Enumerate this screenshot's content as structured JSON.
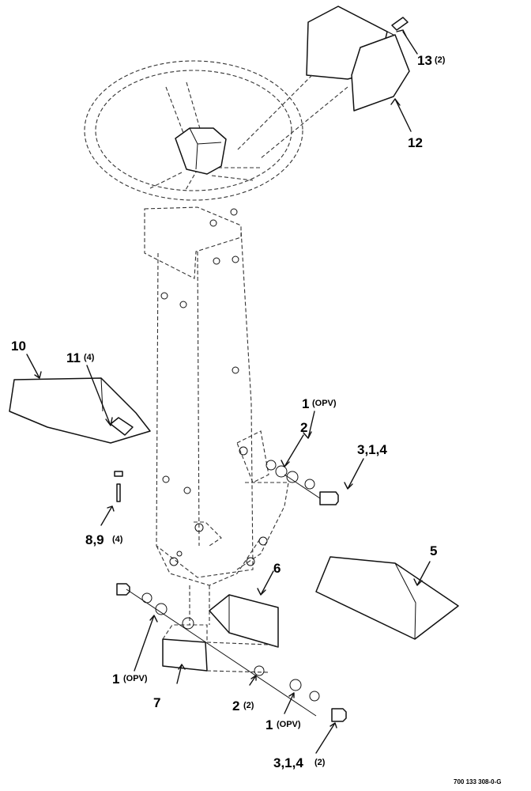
{
  "diagram_code": "700 133 308-0-G",
  "callouts": [
    {
      "id": "c13",
      "label": "13",
      "qty": "(2)"
    },
    {
      "id": "c12",
      "label": "12",
      "qty": ""
    },
    {
      "id": "c10",
      "label": "10",
      "qty": ""
    },
    {
      "id": "c11",
      "label": "11",
      "qty": "(4)"
    },
    {
      "id": "c89",
      "label": "8,9",
      "qty": "(4)"
    },
    {
      "id": "c1a",
      "label": "1",
      "qty": "(OPV)"
    },
    {
      "id": "c2a",
      "label": "2",
      "qty": ""
    },
    {
      "id": "c314a",
      "label": "3,1,4",
      "qty": ""
    },
    {
      "id": "c5",
      "label": "5",
      "qty": ""
    },
    {
      "id": "c6",
      "label": "6",
      "qty": ""
    },
    {
      "id": "c1b",
      "label": "1",
      "qty": "(OPV)"
    },
    {
      "id": "c7",
      "label": "7",
      "qty": ""
    },
    {
      "id": "c2b",
      "label": "2",
      "qty": "(2)"
    },
    {
      "id": "c1c",
      "label": "1",
      "qty": "(OPV)"
    },
    {
      "id": "c314b",
      "label": "3,1,4",
      "qty": "(2)"
    }
  ]
}
